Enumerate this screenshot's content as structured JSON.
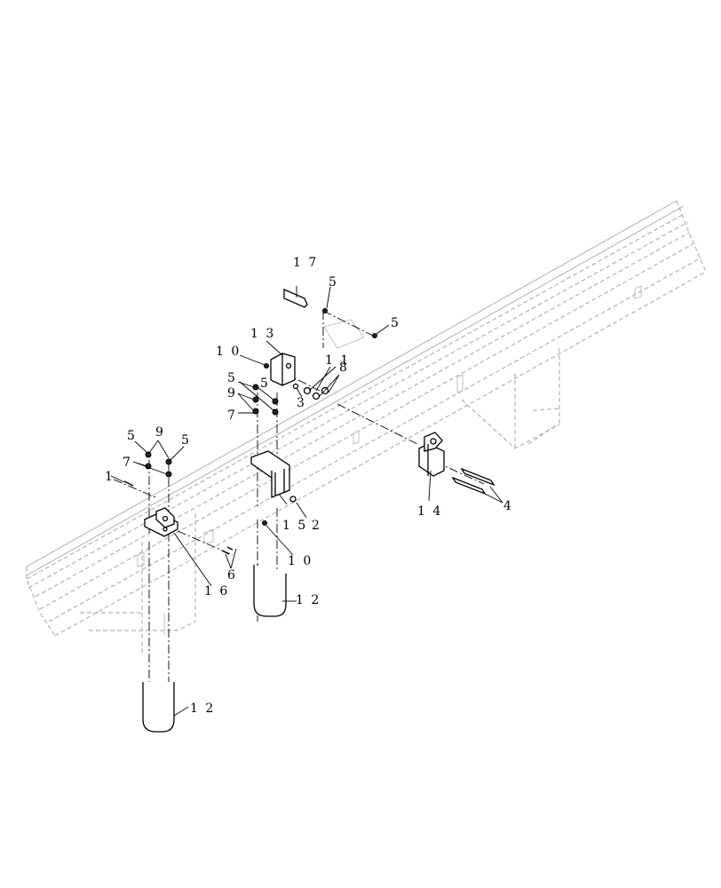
{
  "callouts": {
    "c17": "1 7",
    "c5a": "5",
    "c5b": "5",
    "c13": "1 3",
    "c10a": "1 0",
    "c5c": "5",
    "c5d": "5",
    "c9a": "9",
    "c7a": "7",
    "c3": "3",
    "c11": "1 1",
    "c8": "8",
    "c5e": "5",
    "c9b": "9",
    "c5f": "5",
    "c7b": "7",
    "c1": "1",
    "c14": "1 4",
    "c4": "4",
    "c15": "1 5",
    "c2": "2",
    "c10b": "1 0",
    "c6": "6",
    "c16": "1 6",
    "c12a": "1 2",
    "c12b": "1 2"
  }
}
